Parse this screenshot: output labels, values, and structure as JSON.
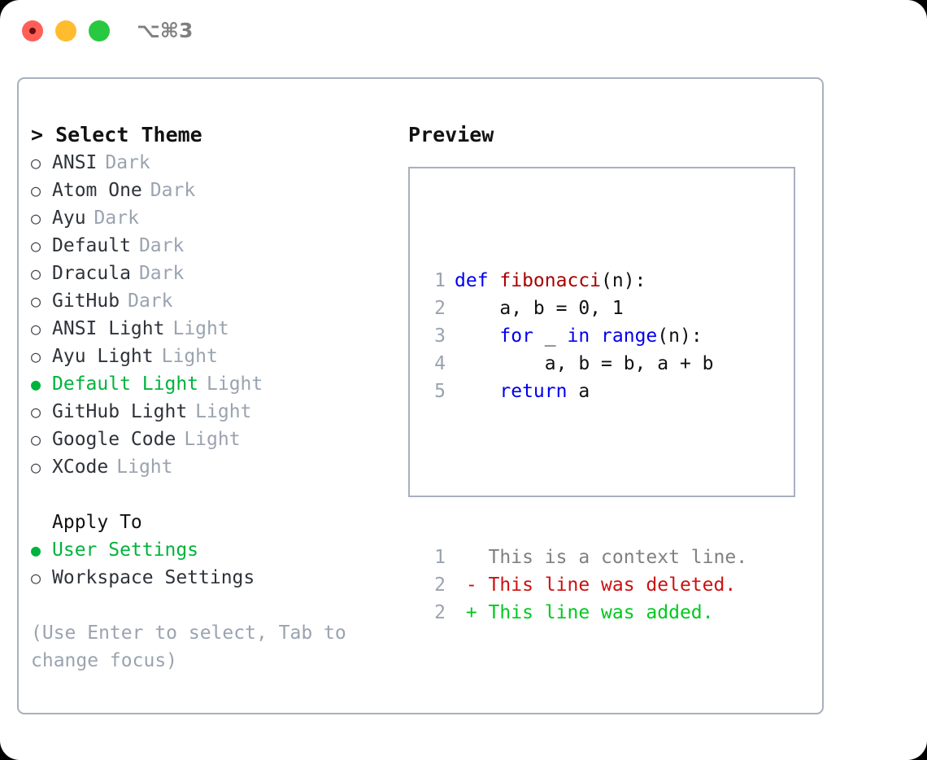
{
  "titlebar": {
    "shortcut": "⌥⌘3",
    "buttons": [
      {
        "name": "close",
        "color": "#ff5f57"
      },
      {
        "name": "minimize",
        "color": "#febc2e"
      },
      {
        "name": "maximize",
        "color": "#28c840"
      }
    ]
  },
  "theme_picker": {
    "header": "> Select Theme",
    "options": [
      {
        "bullet": "○",
        "label": "ANSI",
        "badge": "Dark",
        "selected": false
      },
      {
        "bullet": "○",
        "label": "Atom One",
        "badge": "Dark",
        "selected": false
      },
      {
        "bullet": "○",
        "label": "Ayu",
        "badge": "Dark",
        "selected": false
      },
      {
        "bullet": "○",
        "label": "Default",
        "badge": "Dark",
        "selected": false
      },
      {
        "bullet": "○",
        "label": "Dracula",
        "badge": "Dark",
        "selected": false
      },
      {
        "bullet": "○",
        "label": "GitHub",
        "badge": "Dark",
        "selected": false
      },
      {
        "bullet": "○",
        "label": "ANSI Light",
        "badge": "Light",
        "selected": false
      },
      {
        "bullet": "○",
        "label": "Ayu Light",
        "badge": "Light",
        "selected": false
      },
      {
        "bullet": "●",
        "label": "Default Light",
        "badge": "Light",
        "selected": true
      },
      {
        "bullet": "○",
        "label": "GitHub Light",
        "badge": "Light",
        "selected": false
      },
      {
        "bullet": "○",
        "label": "Google Code",
        "badge": "Light",
        "selected": false
      },
      {
        "bullet": "○",
        "label": "XCode",
        "badge": "Light",
        "selected": false
      }
    ]
  },
  "apply_to": {
    "title": "Apply To",
    "options": [
      {
        "bullet": "●",
        "label": "User Settings",
        "selected": true
      },
      {
        "bullet": "○",
        "label": "Workspace Settings",
        "selected": false
      }
    ]
  },
  "hint": "(Use Enter to select, Tab to change focus)",
  "preview": {
    "title": "Preview",
    "code_lines": [
      {
        "no": "1",
        "tokens": [
          {
            "t": "def ",
            "c": "kw"
          },
          {
            "t": "fibonacci",
            "c": "fn"
          },
          {
            "t": "(n):",
            "c": "plain"
          }
        ]
      },
      {
        "no": "2",
        "tokens": [
          {
            "t": "    a, b = 0, 1",
            "c": "plain"
          }
        ]
      },
      {
        "no": "3",
        "tokens": [
          {
            "t": "    ",
            "c": "plain"
          },
          {
            "t": "for",
            "c": "kw"
          },
          {
            "t": " _ ",
            "c": "plain"
          },
          {
            "t": "in",
            "c": "kw"
          },
          {
            "t": " ",
            "c": "plain"
          },
          {
            "t": "range",
            "c": "kw"
          },
          {
            "t": "(n):",
            "c": "plain"
          }
        ]
      },
      {
        "no": "4",
        "tokens": [
          {
            "t": "        a, b = b, a + b",
            "c": "plain"
          }
        ]
      },
      {
        "no": "5",
        "tokens": [
          {
            "t": "    ",
            "c": "plain"
          },
          {
            "t": "return",
            "c": "kw"
          },
          {
            "t": " a",
            "c": "plain"
          }
        ]
      }
    ],
    "diff_lines": [
      {
        "no": "1",
        "marker": " ",
        "text": " This is a context line.",
        "kind": "ctx"
      },
      {
        "no": "2",
        "marker": "-",
        "text": " This line was deleted.",
        "kind": "del"
      },
      {
        "no": "2",
        "marker": "+",
        "text": " This line was added.",
        "kind": "add"
      }
    ]
  },
  "colors": {
    "accent_green": "#00b33c",
    "border": "#a7b0bd",
    "muted": "#9aa3b0",
    "keyword": "#0000ee",
    "function": "#aa0000",
    "diff_deleted": "#cc1111",
    "diff_added": "#00c81e",
    "diff_context": "#808080"
  }
}
